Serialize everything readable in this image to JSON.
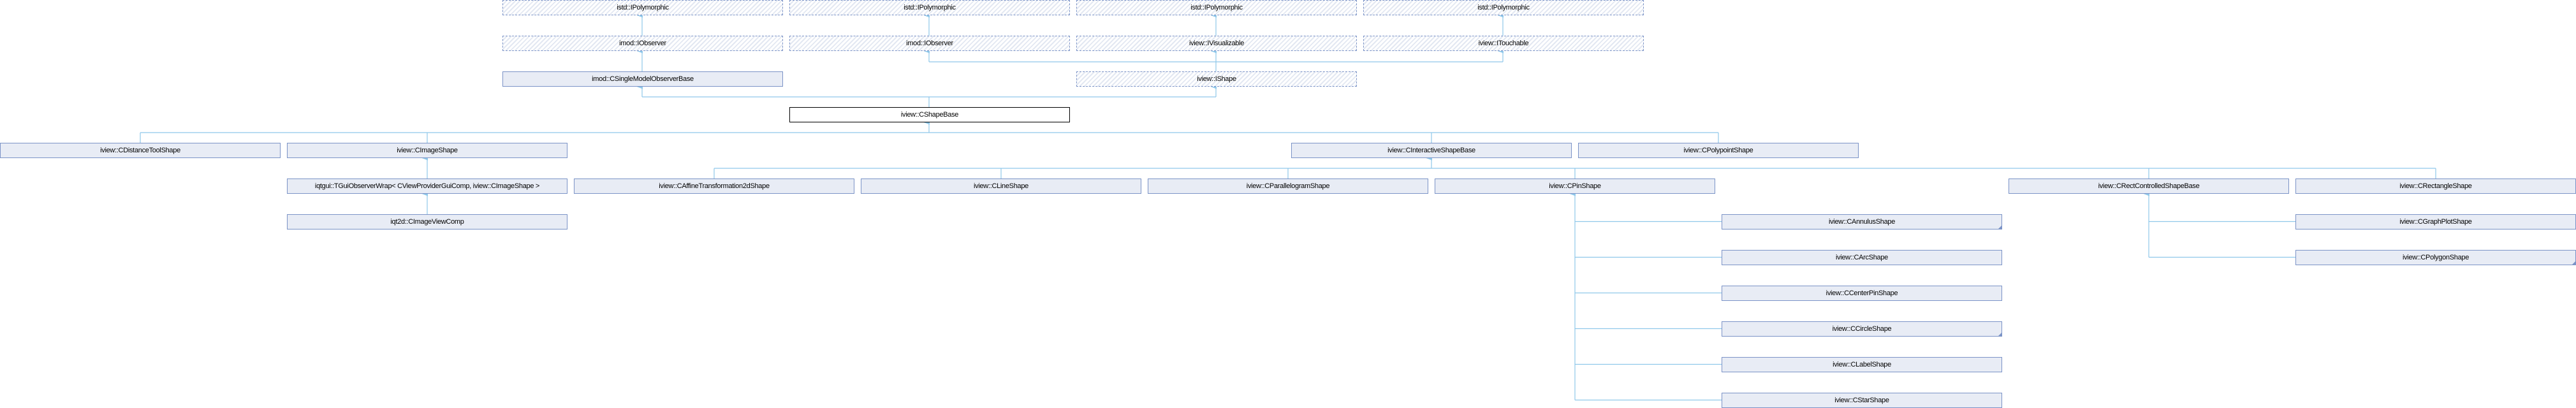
{
  "diagram": {
    "title": "iview::CShapeBase inheritance graph",
    "nodes": [
      "istd::IPolymorphic",
      "istd::IPolymorphic",
      "istd::IPolymorphic",
      "istd::IPolymorphic",
      "imod::IObserver",
      "imod::IObserver",
      "iview::IVisualizable",
      "iview::ITouchable",
      "imod::CSingleModelObserverBase",
      "iview::IShape",
      "iview::CShapeBase",
      "iview::CDistanceToolShape",
      "iview::CImageShape",
      "iview::CInteractiveShapeBase",
      "iview::CPolypointShape",
      "iqtgui::TGuiObserverWrap< CViewProviderGuiComp, iview::CImageShape >",
      "iview::CAffineTransformation2dShape",
      "iview::CLineShape",
      "iview::CParallelogramShape",
      "iview::CPinShape",
      "iview::CRectControlledShapeBase",
      "iview::CRectangleShape",
      "iqt2d::CImageViewComp",
      "iview::CAnnulusShape",
      "iview::CArcShape",
      "iview::CCenterPinShape",
      "iview::CCircleShape",
      "iview::CLabelShape",
      "iview::CStarShape",
      "iview::CGraphPlotShape",
      "iview::CPolygonShape"
    ],
    "colors": {
      "edge": "#8fc8ea",
      "border": "#7b93c7",
      "fill": "#e8ecf5"
    }
  }
}
